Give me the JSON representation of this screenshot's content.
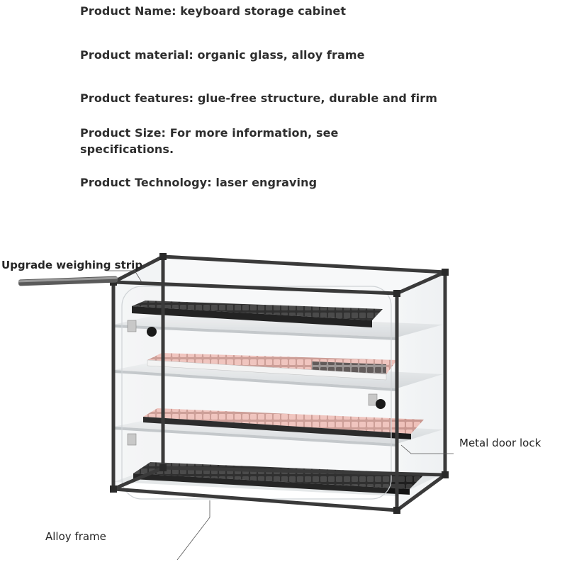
{
  "specs": {
    "name": "Product Name: keyboard storage cabinet",
    "material": "Product material: organic glass, alloy frame",
    "features": "Product features: glue-free structure, durable and firm",
    "size": "Product Size: For more information, see specifications.",
    "technology": "Product Technology: laser engraving"
  },
  "callouts": {
    "weighing_strip": "Upgrade weighing strip",
    "door_lock": "Metal door lock",
    "alloy_frame": "Alloy frame"
  },
  "colors": {
    "frame": "#3a3a3a",
    "shelf": "#d9dcde",
    "pink_keys": "#e8b4ae",
    "black_keys": "#2c2c2c"
  }
}
